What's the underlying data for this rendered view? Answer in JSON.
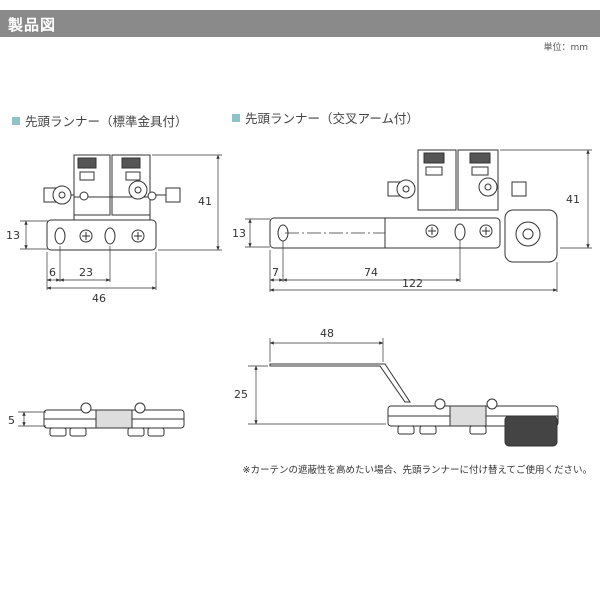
{
  "header": {
    "title": "製品図"
  },
  "unit_label": "単位：mm",
  "sections": {
    "left": {
      "title": "先頭ランナー（標準金具付）"
    },
    "right": {
      "title": "先頭ランナー（交叉アーム付）"
    }
  },
  "dimensions": {
    "left_height": "41",
    "left_plate": "13",
    "left_offset": "6",
    "left_pitch": "23",
    "left_width": "46",
    "right_height": "41",
    "right_plate": "13",
    "right_offset": "7",
    "right_pitch": "74",
    "right_width": "122",
    "arm_length": "48",
    "arm_height": "25",
    "side_height": "5"
  },
  "note": "※カーテンの遮蔽性を高めたい場合、先頭ランナーに付け替えてご使用ください。"
}
